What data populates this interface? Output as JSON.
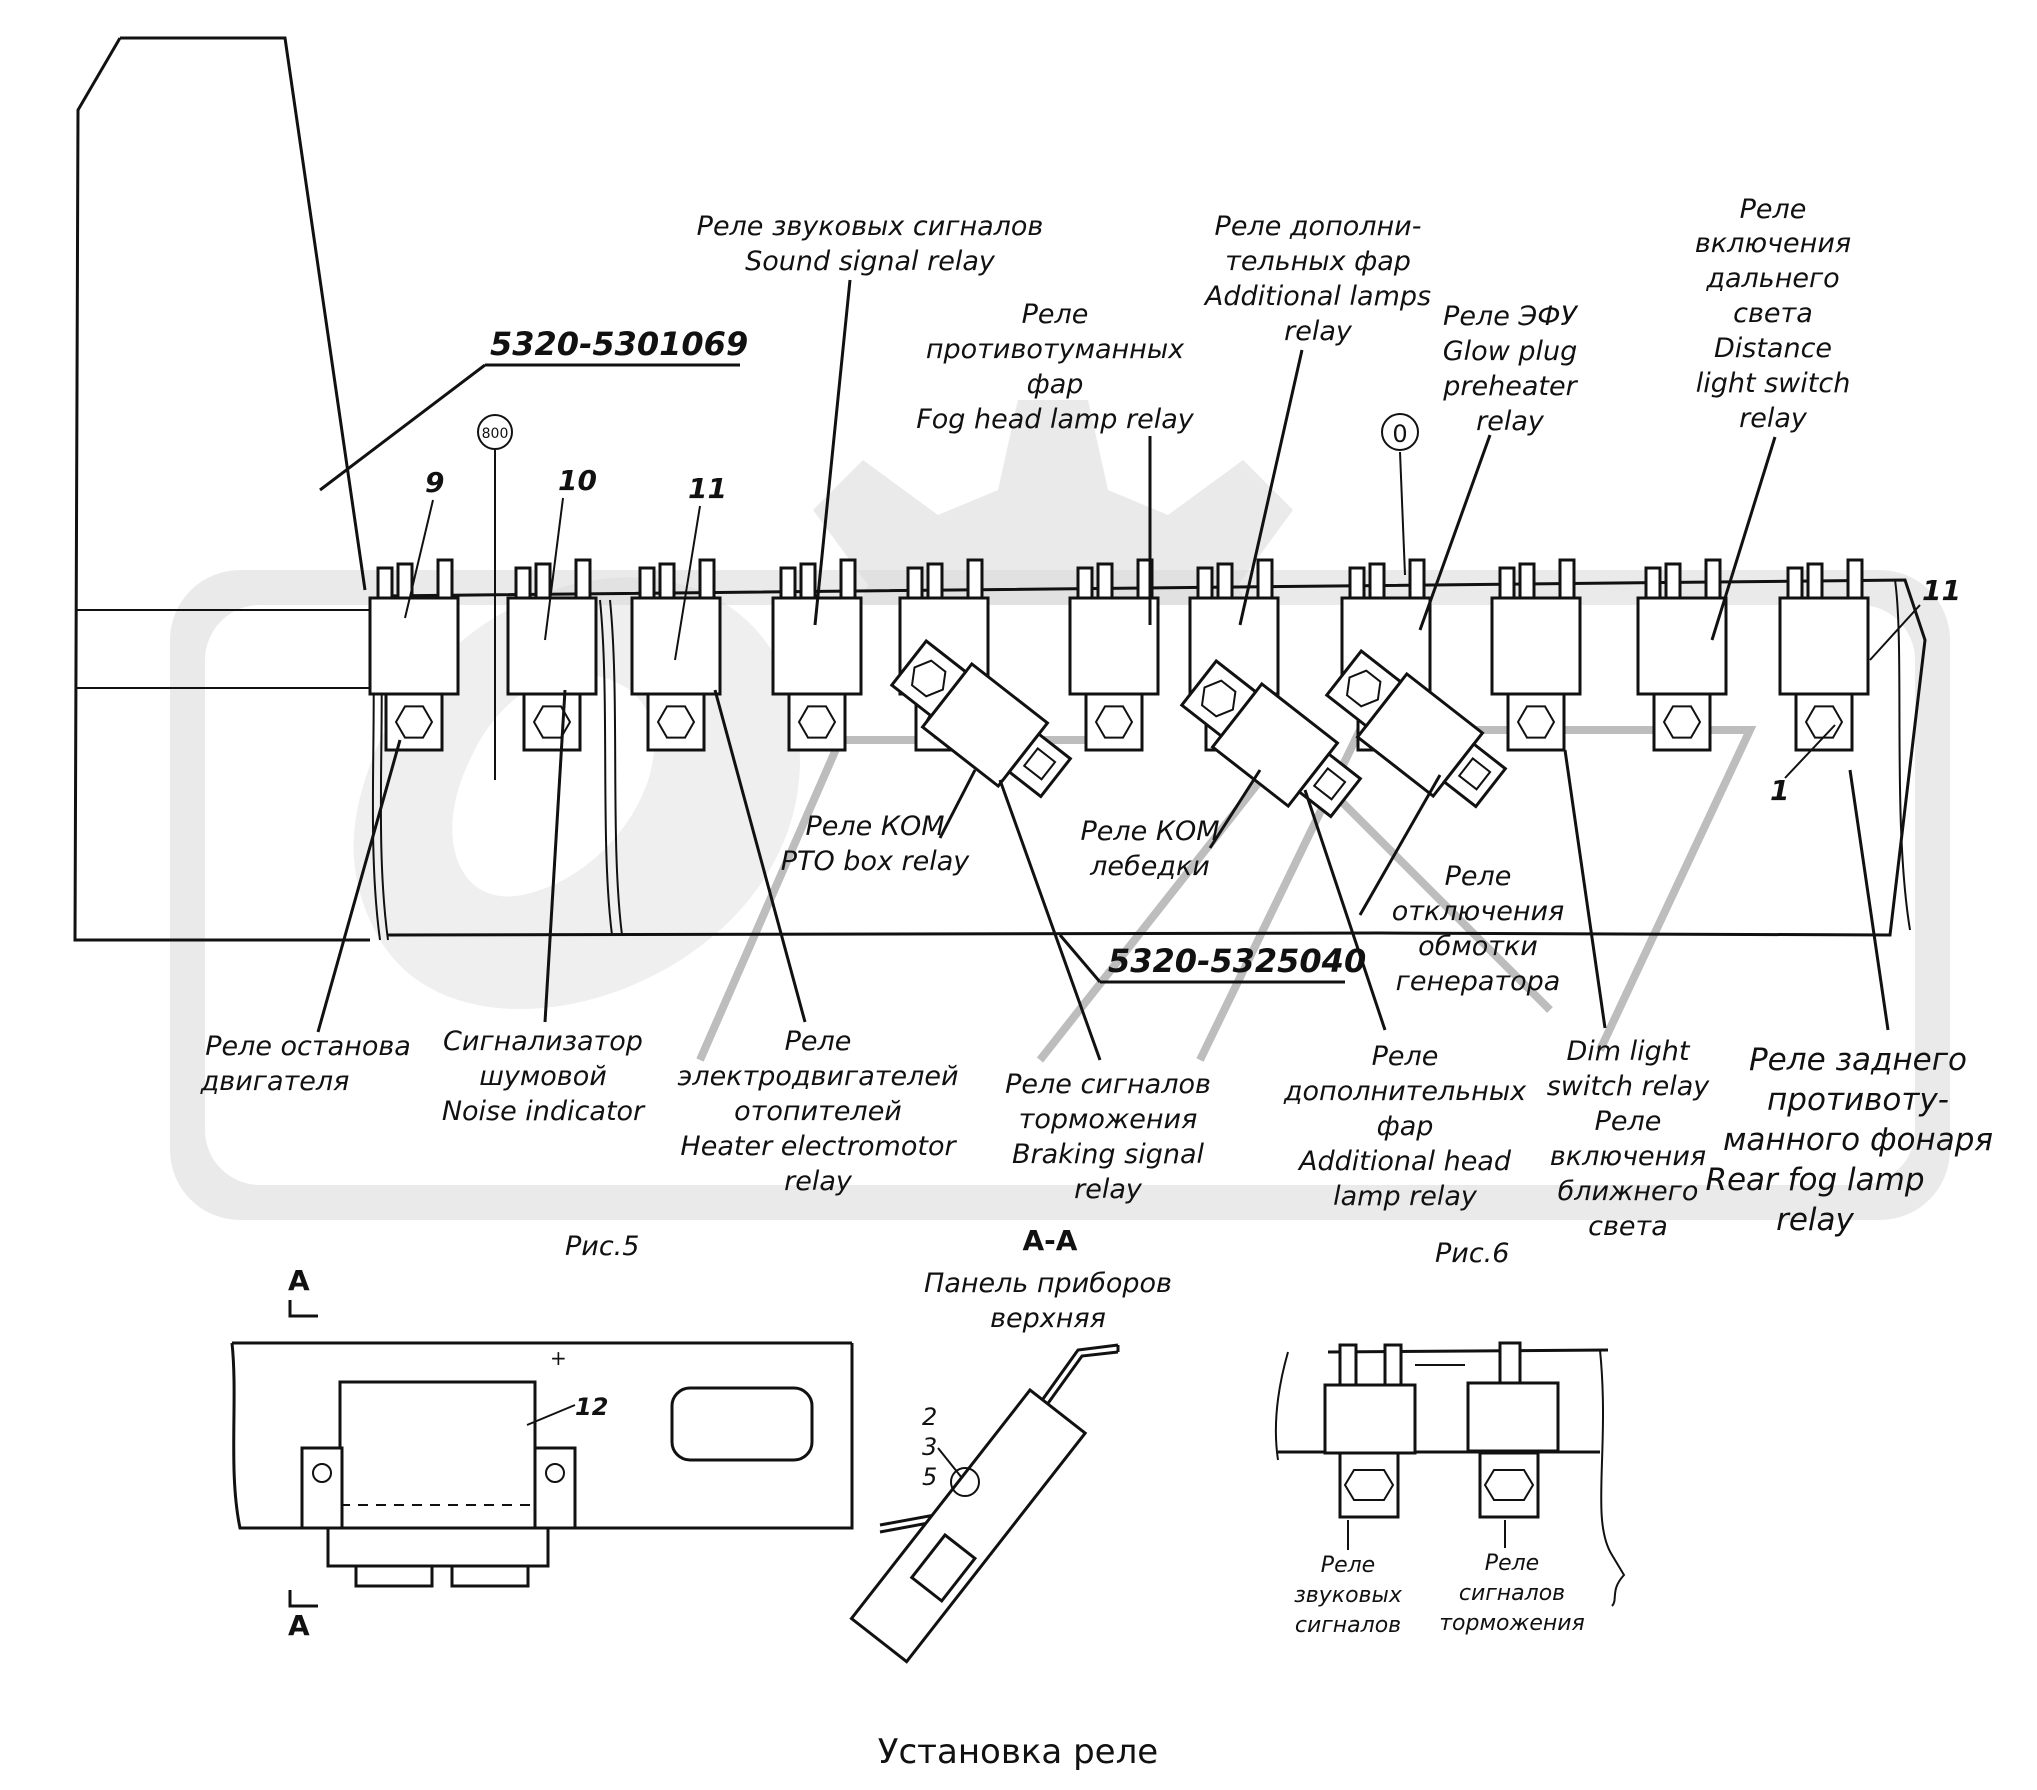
{
  "caption": "Установка реле",
  "part_numbers": {
    "block_left": "5320-5301069",
    "block_main": "5320-5325040"
  },
  "figure_labels": {
    "fig5": "Рис.5",
    "fig6": "Рис.6",
    "section": "А-А",
    "section_mark": "А"
  },
  "callouts": {
    "n9": "9",
    "n10": "10",
    "n11a": "11",
    "n11b": "11",
    "n1": "1",
    "n12": "12",
    "n2": "2",
    "n3": "3",
    "n5": "5",
    "circle_left": "800",
    "circle_mid": "0"
  },
  "labels": {
    "sound_signal": [
      "Реле звуковых сигналов",
      "Sound signal relay"
    ],
    "fog_head": [
      "Реле",
      "противотуманных",
      "фар",
      "Fog head lamp relay"
    ],
    "additional_lamps": [
      "Реле дополни-",
      "тельных фар",
      "Additional lamps",
      "relay"
    ],
    "glow_plug": [
      "Реле ЭФУ",
      "Glow plug",
      "preheater",
      "relay"
    ],
    "distance_light": [
      "Реле",
      "включения",
      "дальнего",
      "света",
      "Distance",
      "light switch",
      "relay"
    ],
    "pto_box": [
      "Реле КОМ",
      "PTO box relay"
    ],
    "pto_winch": [
      "Реле КОМ",
      "лебедки"
    ],
    "generator_off": [
      "Реле",
      "отключения",
      "обмотки",
      "генератора"
    ],
    "engine_stop": [
      "Реле останова",
      "двигателя"
    ],
    "noise_indicator": [
      "Сигнализатор",
      "шумовой",
      "Noise indicator"
    ],
    "heater": [
      "Реле",
      "электродвигателей",
      "отопителей",
      "Heater electromotor",
      "relay"
    ],
    "braking": [
      "Реле сигналов",
      "торможения",
      "Braking signal",
      "relay"
    ],
    "additional_head": [
      "Реле",
      "дополнительных",
      "фар",
      "Additional head",
      "lamp relay"
    ],
    "dim_light": [
      "Dim light",
      "switch relay",
      "Реле",
      "включения",
      "ближнего",
      "света"
    ],
    "rear_fog": [
      "Реле заднего",
      "противоту-",
      "манного фонаря",
      "Rear fog lamp",
      "relay"
    ],
    "panel": [
      "Панель приборов",
      "верхняя"
    ],
    "fig6_sound": [
      "Реле",
      "звуковых",
      "сигналов"
    ],
    "fig6_brake": [
      "Реле",
      "сигналов",
      "торможения"
    ]
  }
}
